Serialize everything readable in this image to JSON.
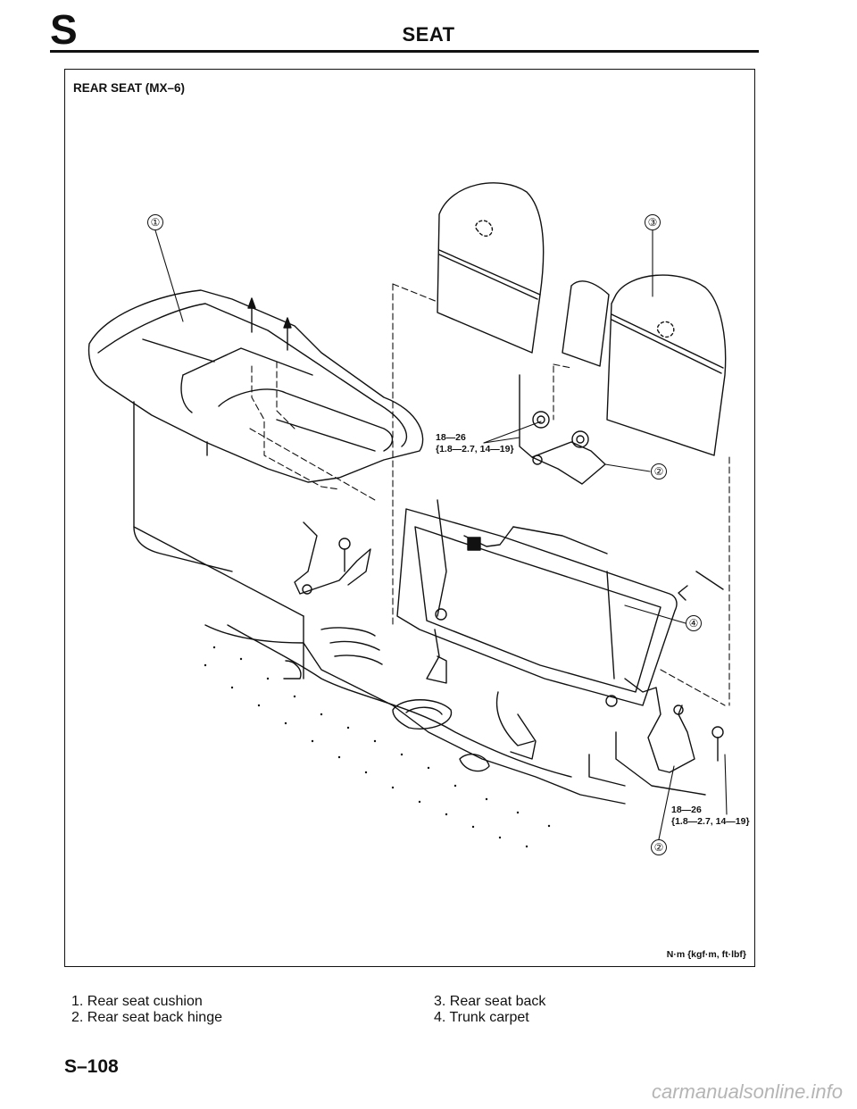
{
  "header": {
    "section_letter": "S",
    "title": "SEAT"
  },
  "figure": {
    "title": "REAR SEAT (MX–6)",
    "callouts": [
      "①",
      "②",
      "③",
      "④"
    ],
    "torque_1": {
      "value": "18—26",
      "sub": "{1.8—2.7, 14—19}"
    },
    "torque_2": {
      "value": "18—26",
      "sub": "{1.8—2.7, 14—19}"
    },
    "units": "N·m {kgf·m, ft·lbf}"
  },
  "legend": [
    "1. Rear seat cushion",
    "2. Rear seat back hinge",
    "3. Rear seat back",
    "4. Trunk carpet"
  ],
  "footer": {
    "page_number": "S–108"
  },
  "watermark": "carmanualsonline.info"
}
